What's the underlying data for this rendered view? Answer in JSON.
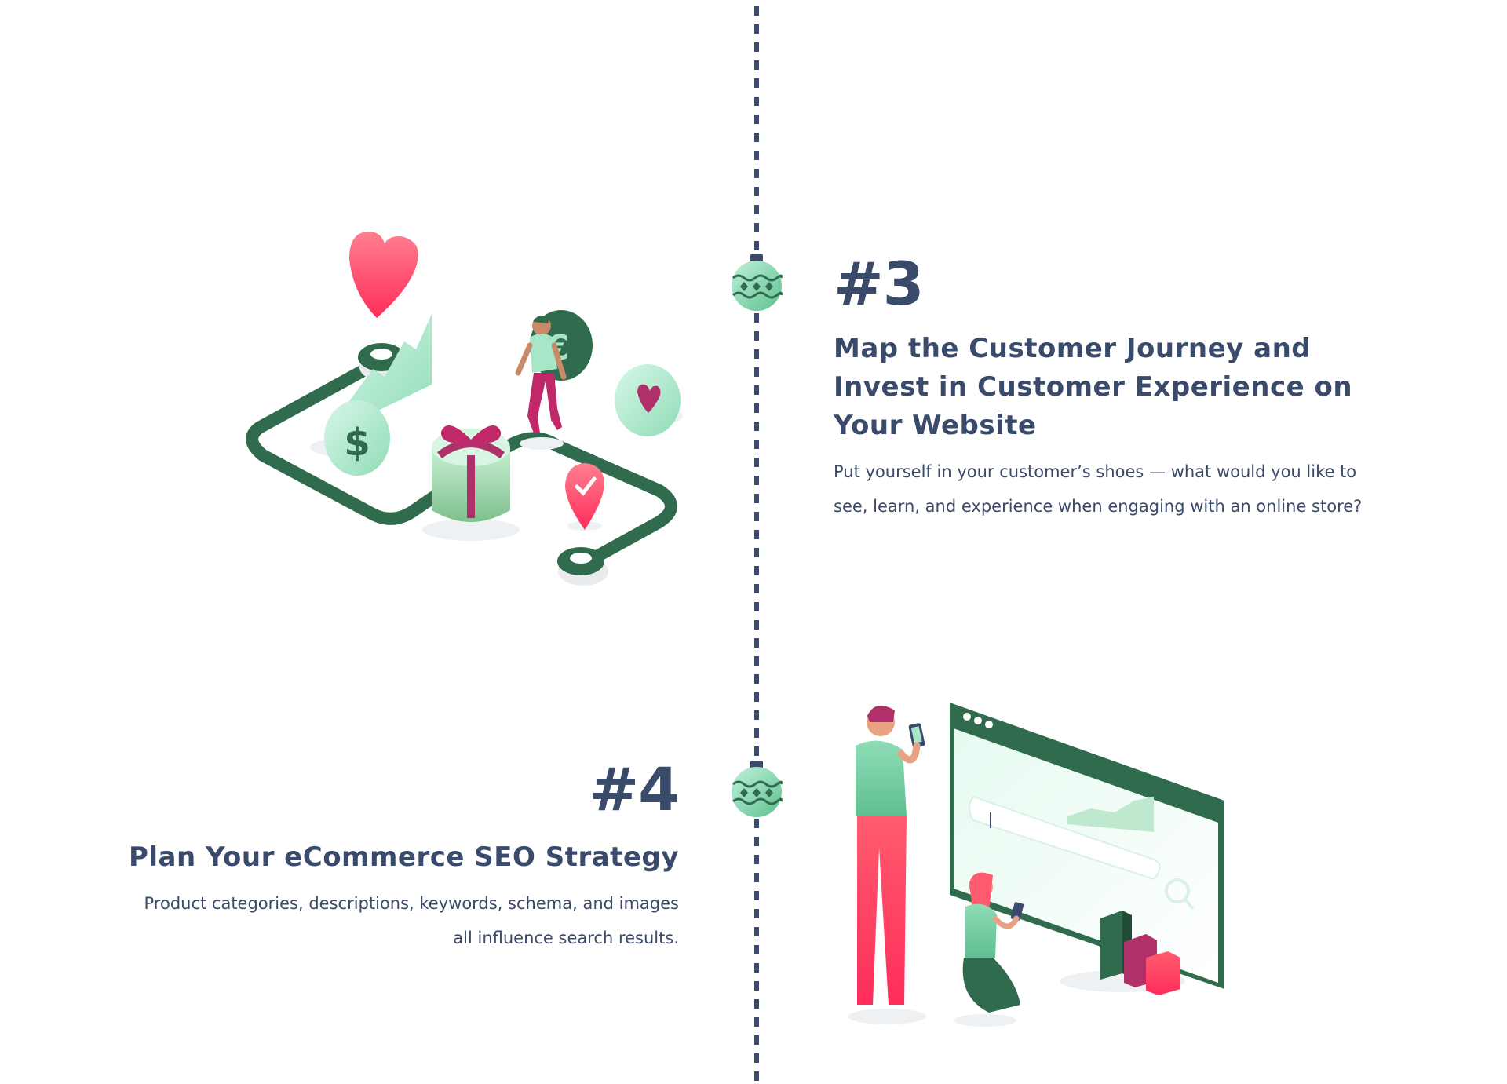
{
  "steps": [
    {
      "number": "#3",
      "title": "Map the Customer Journey and Invest in Customer Experience on Your Website",
      "description": "Put yourself in your customer’s shoes — what would you like to see, learn, and experience when engaging with an online store?"
    },
    {
      "number": "#4",
      "title": "Plan Your eCommerce SEO Strategy",
      "description": "Product categories, descriptions, keywords, schema, and images all influence search results."
    }
  ],
  "illustration_currency_symbols": {
    "dollar": "$",
    "euro": "€"
  },
  "icons": {
    "timeline": "dashed-line",
    "marker": "christmas-ornament-icon",
    "journey": "customer-journey-illustration",
    "seo": "seo-dashboard-illustration"
  },
  "colors": {
    "text": "#3a4a6b",
    "dark_green": "#2f6b4c",
    "mint": "#a8e6c8",
    "pink": "#ff4d6d",
    "magenta": "#b0306a"
  }
}
